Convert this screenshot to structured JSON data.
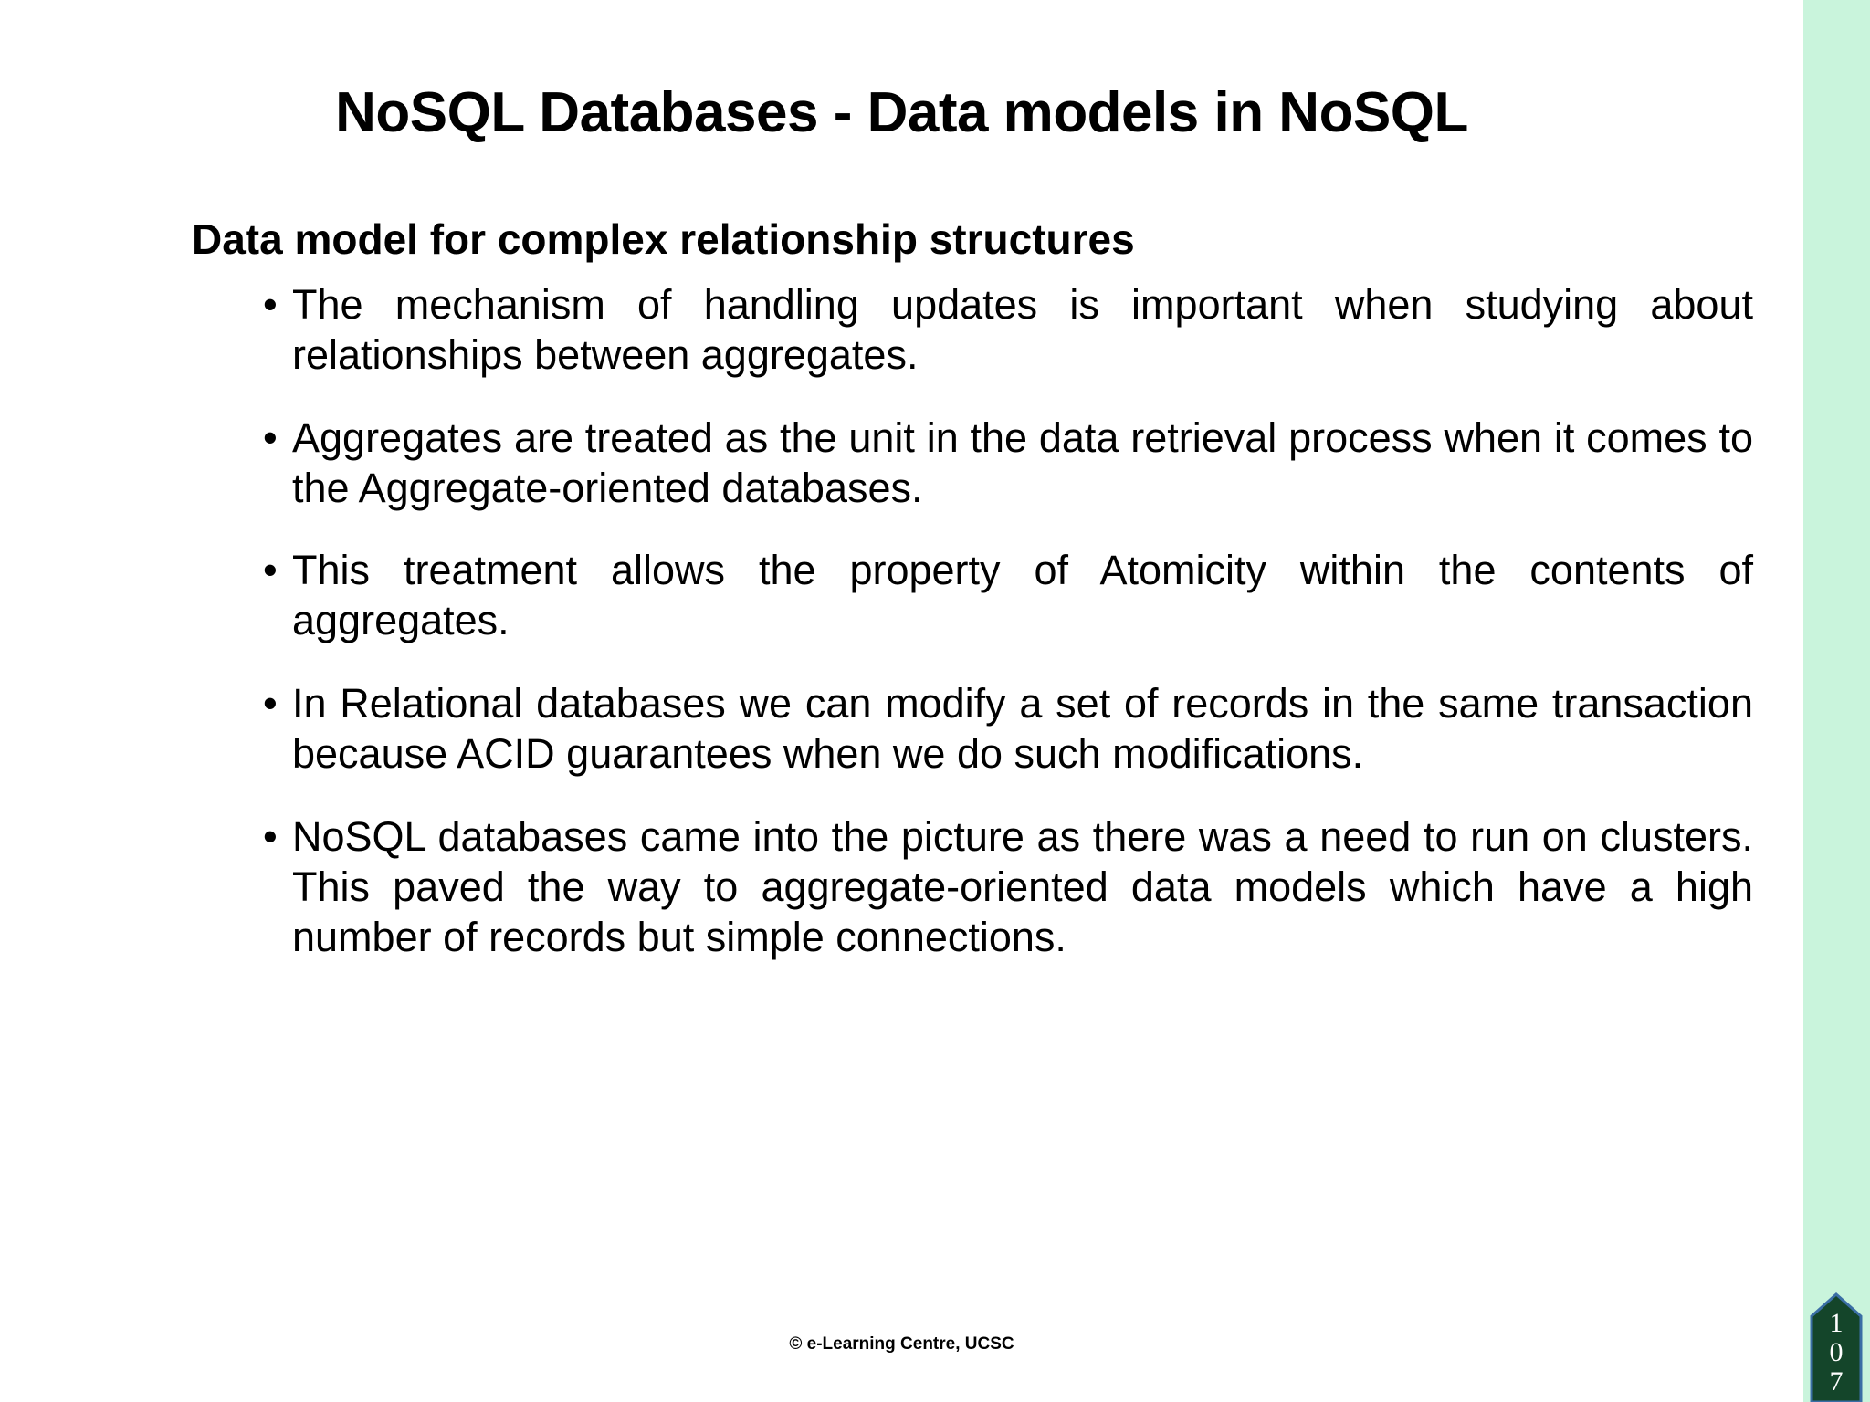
{
  "slide": {
    "title": "NoSQL Databases - Data models in NoSQL",
    "section_heading": "Data model for complex relationship structures",
    "bullet_glyph": "•",
    "bullets": [
      "The mechanism of handling updates is important when studying about relationships between aggregates.",
      "Aggregates are treated as the unit in the data retrieval process when it comes to the  Aggregate-oriented databases.",
      "This treatment allows the property of Atomicity within the contents of aggregates.",
      "In Relational databases we can modify a set of records in the same transaction because ACID guarantees when we do such modifications.",
      "NoSQL databases came into the picture as there was a need to run on clusters. This paved the way to aggregate-oriented data models which have a high number of records but simple connections."
    ],
    "footer": "© e-Learning Centre, UCSC",
    "page_number": {
      "digit_1": "1",
      "digit_2": "0",
      "digit_3": "7",
      "full": "107"
    },
    "colors": {
      "band": "#c9f4dc",
      "badge_fill": "#14452a",
      "badge_stroke": "#3b6ea5",
      "text": "#000000",
      "background": "#ffffff"
    }
  }
}
